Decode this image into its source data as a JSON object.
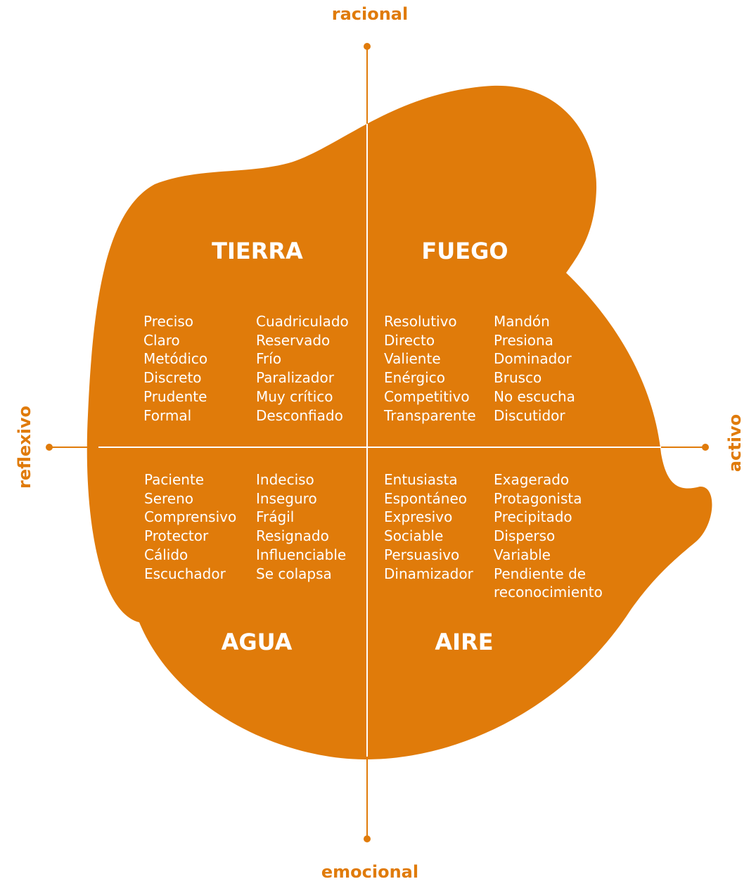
{
  "colors": {
    "accent": "#e07b0a",
    "text_on_shape": "#ffffff",
    "background": "#ffffff"
  },
  "axes": {
    "top": "racional",
    "bottom": "emocional",
    "left": "reflexivo",
    "right": "activo"
  },
  "quadrants": {
    "tierra": {
      "title": "TIERRA",
      "col1": [
        "Preciso",
        "Claro",
        "Metódico",
        "Discreto",
        "Prudente",
        "Formal"
      ],
      "col2": [
        "Cuadriculado",
        "Reservado",
        "Frío",
        "Paralizador",
        "Muy crítico",
        "Desconfiado"
      ]
    },
    "fuego": {
      "title": "FUEGO",
      "col1": [
        "Resolutivo",
        "Directo",
        "Valiente",
        "Enérgico",
        "Competitivo",
        "Transparente"
      ],
      "col2": [
        "Mandón",
        "Presiona",
        "Dominador",
        "Brusco",
        "No escucha",
        "Discutidor"
      ]
    },
    "agua": {
      "title": "AGUA",
      "col1": [
        "Paciente",
        "Sereno",
        "Comprensivo",
        "Protector",
        "Cálido",
        "Escuchador"
      ],
      "col2": [
        "Indeciso",
        "Inseguro",
        "Frágil",
        "Resignado",
        "Influenciable",
        "Se colapsa"
      ]
    },
    "aire": {
      "title": "AIRE",
      "col1": [
        "Entusiasta",
        "Espontáneo",
        "Expresivo",
        "Sociable",
        "Persuasivo",
        "Dinamizador"
      ],
      "col2": [
        "Exagerado",
        "Protagonista",
        "Precipitado",
        "Disperso",
        "Variable",
        "Pendiente de",
        "reconocimiento"
      ]
    }
  }
}
